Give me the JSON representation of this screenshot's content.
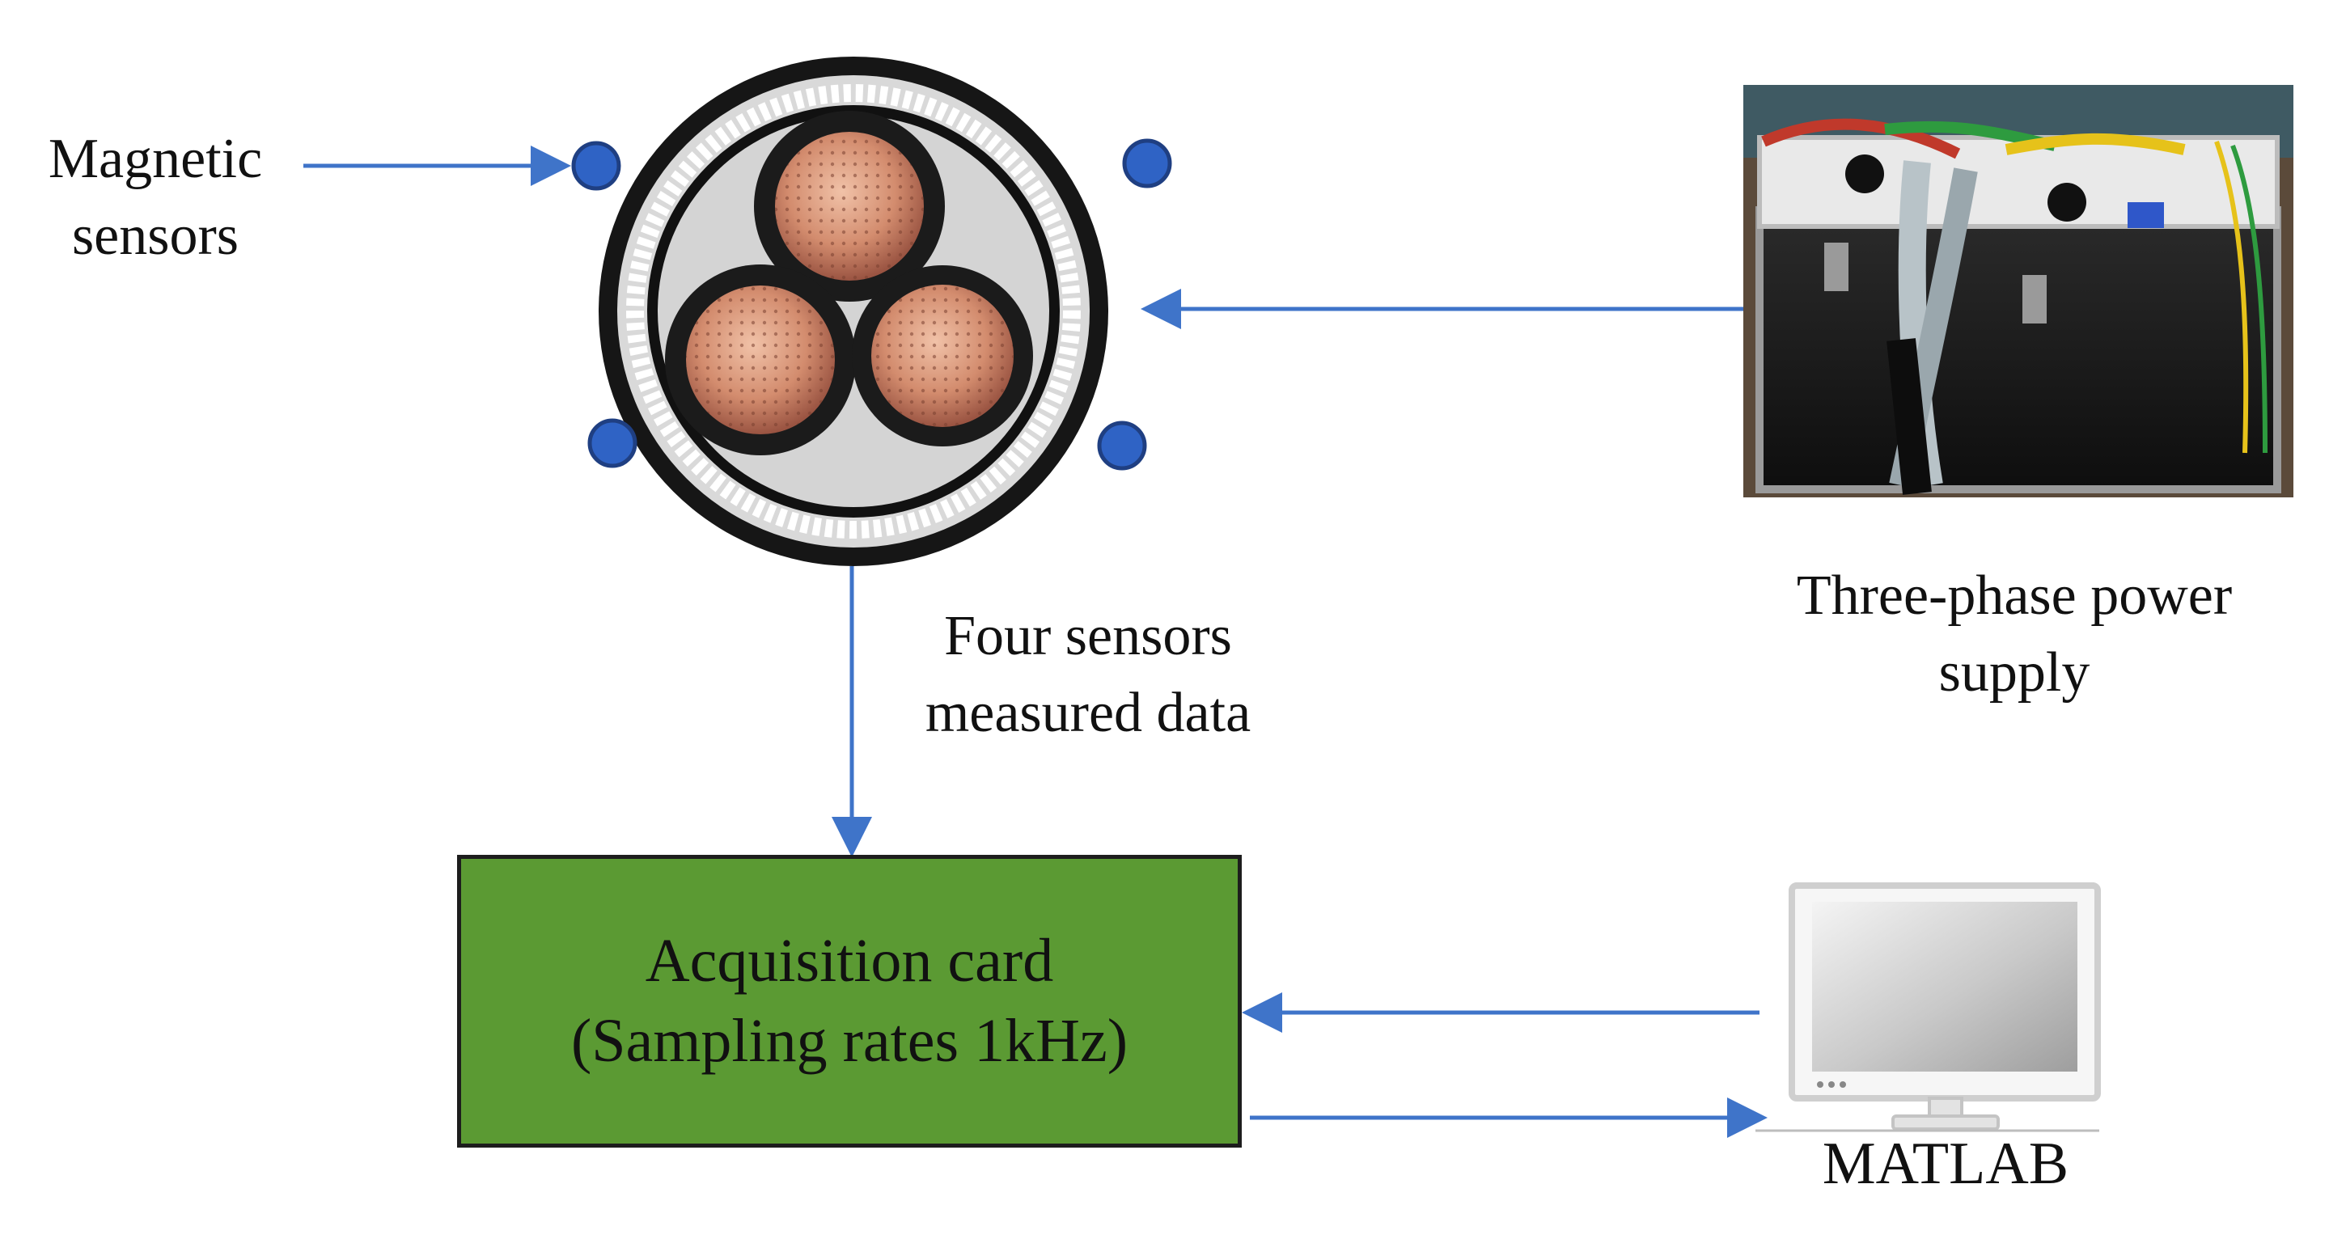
{
  "labels": {
    "magnetic_sensors": [
      "Magnetic",
      "sensors"
    ],
    "four_sensors": [
      "Four sensors",
      "measured data"
    ],
    "power_supply": [
      "Three-phase power",
      "supply"
    ],
    "matlab": "MATLAB"
  },
  "acquisition_card": {
    "line1": "Acquisition card",
    "line2": "(Sampling rates 1kHz)"
  },
  "colors": {
    "arrow": "#3f74c9",
    "sensor_dot": "#2f63c5",
    "box_fill": "#5b9a33",
    "box_border": "#1d1d1d",
    "copper": "#c9806a"
  }
}
